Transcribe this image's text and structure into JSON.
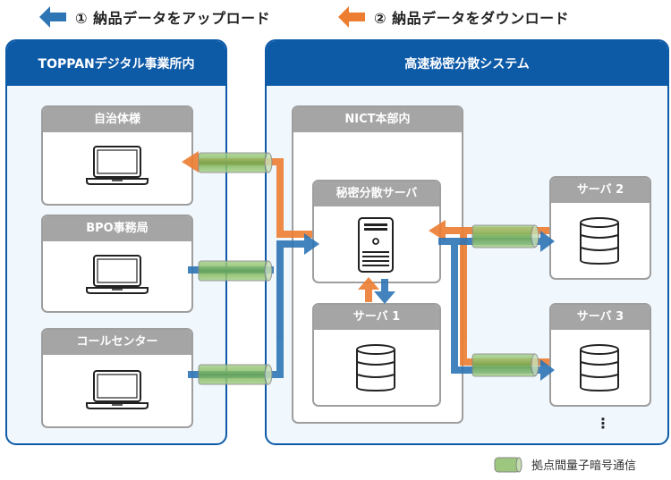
{
  "legend": {
    "upload": {
      "label": "① 納品データをアップロード",
      "icon": "arrow-left-icon",
      "color": "#2e75b6"
    },
    "download": {
      "label": "② 納品データをダウンロード",
      "icon": "arrow-left-icon",
      "color": "#ed7d31"
    },
    "quantum": {
      "label": "拠点間量子暗号通信",
      "icon": "cylinder-icon",
      "color": "#8fc16b"
    }
  },
  "regions": {
    "toppan": {
      "title": "TOPPANデジタル事業所内",
      "nodes": [
        {
          "label": "自治体様",
          "icon": "laptop-icon"
        },
        {
          "label": "BPO事務局",
          "icon": "laptop-icon"
        },
        {
          "label": "コールセンター",
          "icon": "laptop-icon"
        }
      ]
    },
    "system": {
      "title": "高速秘密分散システム",
      "nict": {
        "title": "NICT本部内",
        "nodes": [
          {
            "label": "秘密分散サーバ",
            "icon": "server-icon"
          },
          {
            "label": "サーバ 1",
            "icon": "database-icon"
          }
        ]
      },
      "nodes": [
        {
          "label": "サーバ 2",
          "icon": "database-icon"
        },
        {
          "label": "サーバ 3",
          "icon": "database-icon"
        }
      ],
      "more": "⋮"
    }
  },
  "colors": {
    "region": "#0d5aa7",
    "node_header": "#a5a5a5",
    "upload": "#2e75b6",
    "download": "#ed7d31",
    "quantum": "#8fc16b"
  }
}
